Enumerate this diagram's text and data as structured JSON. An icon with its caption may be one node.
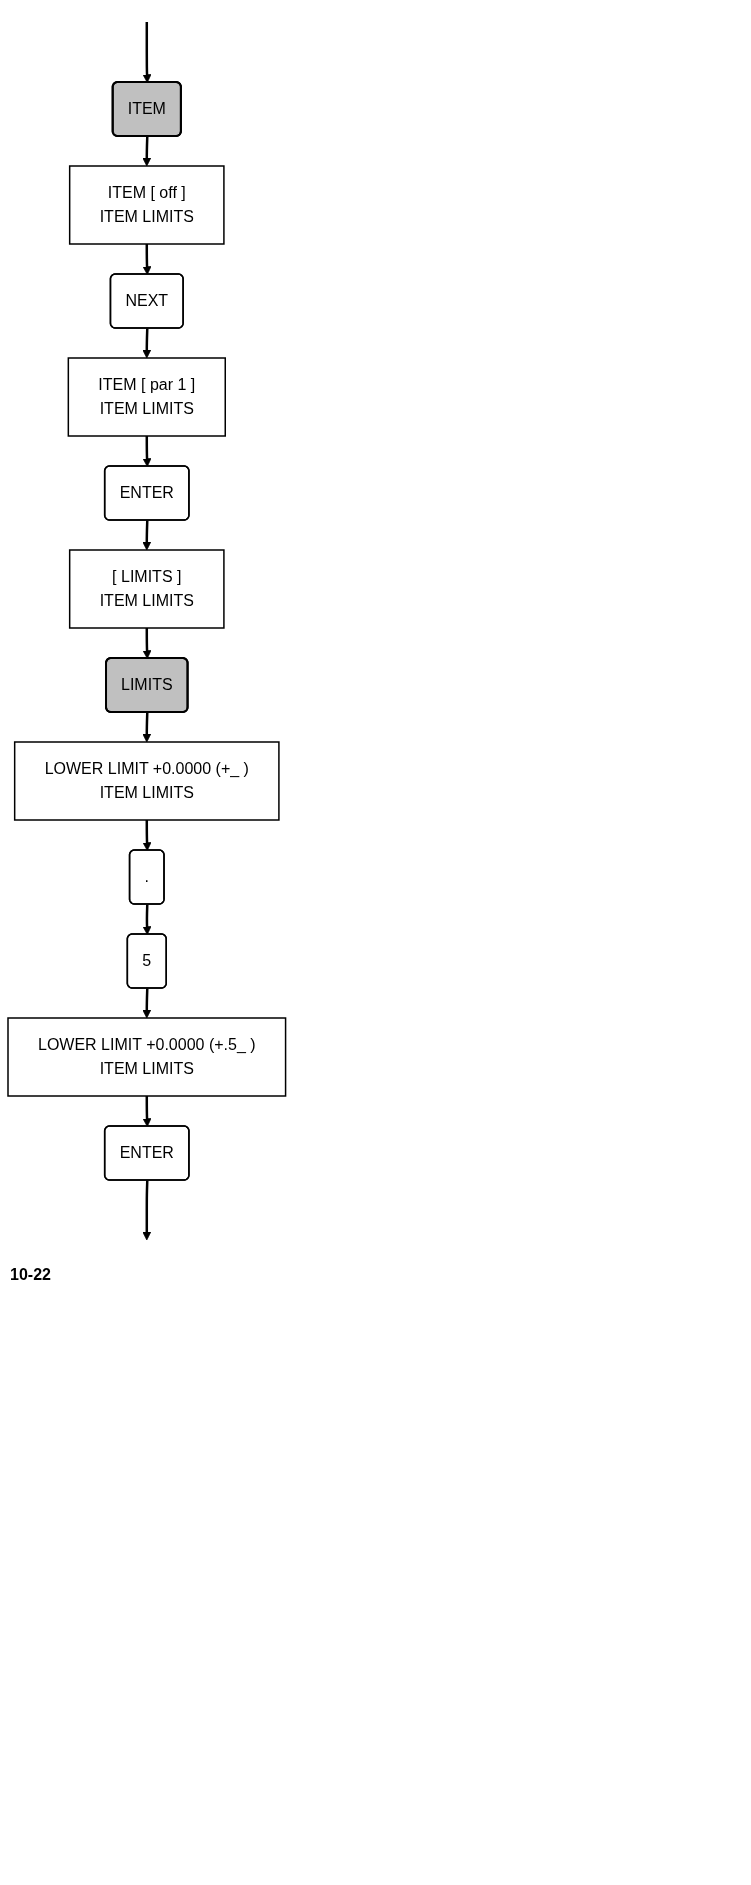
{
  "diagram": {
    "nodes": [
      {
        "text": [
          "ITEM"
        ]
      },
      {
        "text": [
          "ITEM [ off ]",
          "ITEM LIMITS"
        ]
      },
      {
        "text": [
          "NEXT"
        ]
      },
      {
        "text": [
          "ITEM [ par 1 ]",
          "ITEM LIMITS"
        ]
      },
      {
        "text": [
          "ENTER"
        ]
      },
      {
        "text": [
          "[ LIMITS ]",
          "ITEM LIMITS"
        ]
      },
      {
        "text": [
          "LIMITS"
        ]
      },
      {
        "text": [
          "LOWER LIMIT +0.0000 (+_ )",
          "ITEM LIMITS"
        ]
      },
      {
        "text": [
          "."
        ]
      },
      {
        "text": [
          "5"
        ]
      },
      {
        "text": [
          "LOWER LIMIT +0.0000 (+.5_ )",
          "ITEM LIMITS"
        ]
      },
      {
        "text": [
          "ENTER"
        ]
      }
    ],
    "edges": [
      {
        "from": null,
        "to": 0,
        "arrow": "to"
      },
      {
        "from": 0,
        "to": 1,
        "arrow": "to"
      },
      {
        "from": 1,
        "to": 2,
        "arrow": "to"
      },
      {
        "from": 2,
        "to": 3,
        "arrow": "to"
      },
      {
        "from": 3,
        "to": 4,
        "arrow": "to"
      },
      {
        "from": 4,
        "to": 5,
        "arrow": "to"
      },
      {
        "from": 5,
        "to": 6,
        "arrow": "to"
      },
      {
        "from": 6,
        "to": 7,
        "arrow": "to"
      },
      {
        "from": 7,
        "to": 8,
        "arrow": "to"
      },
      {
        "from": 8,
        "to": 9,
        "arrow": "to"
      },
      {
        "from": 9,
        "to": 10,
        "arrow": "to"
      },
      {
        "from": 10,
        "to": 11,
        "arrow": "to"
      },
      {
        "from": 11,
        "to": null,
        "arrow": "to"
      }
    ],
    "labels": [
      "10-22"
    ]
  }
}
